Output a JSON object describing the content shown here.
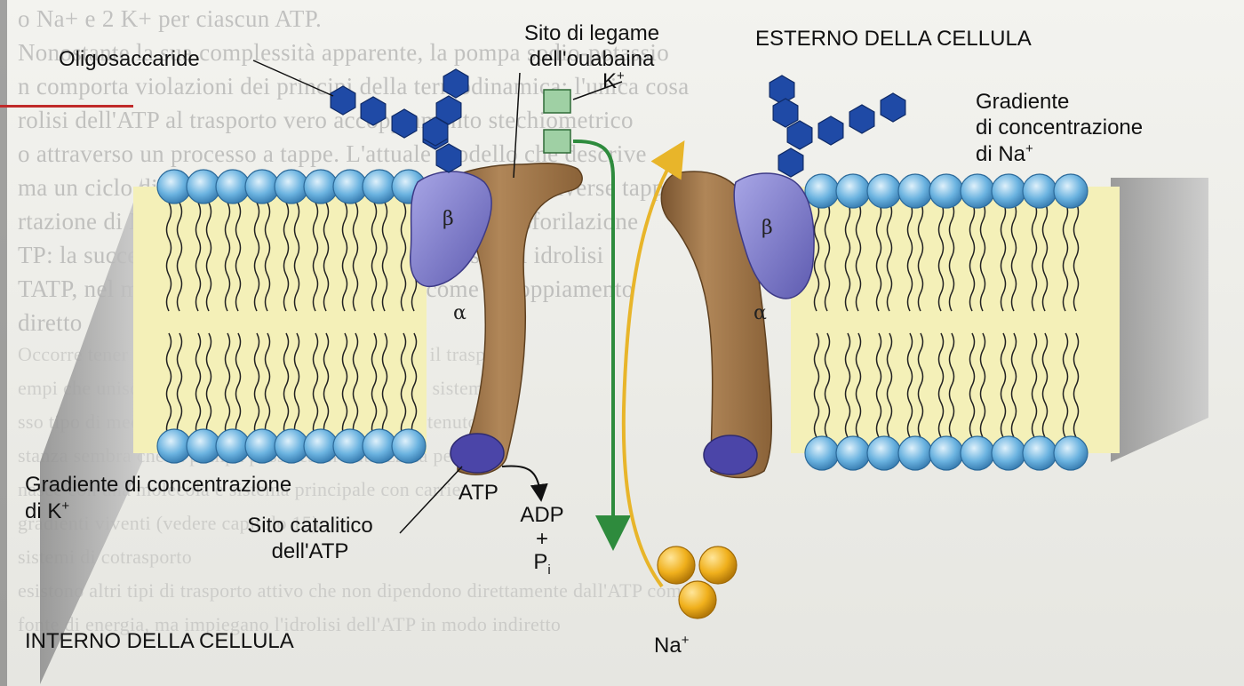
{
  "labels": {
    "oligosaccharide": "Oligosaccaride",
    "ouabain_site_line1": "Sito di legame",
    "ouabain_site_line2": "dell'ouabaina",
    "k_ion": "K",
    "k_charge": "+",
    "outside": "ESTERNO DELLA CELLULA",
    "na_gradient_line1": "Gradiente",
    "na_gradient_line2": "di concentrazione",
    "na_gradient_line3": "di Na",
    "na_charge": "+",
    "beta": "β",
    "alpha": "α",
    "k_gradient_line1": "Gradiente di concentrazione",
    "k_gradient_line2": "di K",
    "k_gradient_charge": "+",
    "atp": "ATP",
    "adp": "ADP",
    "plus": "+",
    "pi": "P",
    "pi_sub": "i",
    "catalytic_line1": "Sito catalitico",
    "catalytic_line2": "dell'ATP",
    "inside": "INTERNO DELLA CELLULA",
    "na_ion": "Na",
    "na_ion_charge": "+"
  },
  "colors": {
    "phospholipid_head": "#6bb3e0",
    "membrane_core": "#f4f0b8",
    "alpha_subunit": "#a0784c",
    "beta_subunit": "#7a77c8",
    "oligosaccharide": "#1f4aa6",
    "k_square": "#9fd0a4",
    "k_arrow": "#2e8b3d",
    "na_arrow": "#e8b52a",
    "na_ion": "#f0b01c"
  },
  "background_text": [
    "o Na+ e 2 K+ per ciascun ATP.",
    "Nonostante la sua complessità apparente, la pompa sodio-potassio",
    "n comporta violazioni dei principi della termodinamica; l'unica cosa",
    "rolisi dell'ATP al trasporto vero accoppiamento stechiometrico",
    "o attraverso un processo a tappe. L'attuale modello che descrive",
    "ma un ciclo di conformazioni che corrispondono alle diverse tappe",
    "rtazione di Na+ e di K+ in relazione allo stato di fosforilazione",
    "TP: la successione delle tappe in questo processo di idrolisi",
    "TATP, nel modo che vedremo è possibile come accoppiamento",
    "diretto",
    "Occorre tener presente un aspetto importante, cioè il trasporto",
    "empi che uniscono trasportatori a funzionare come sistema",
    "sso tipo di meccanismo descritto sopra, ovvero sostenuto",
    "stanza sembra che la pompa possa essere utilizzata per",
    "nasce con una molecola e sistema principale con carrier",
    "gradienti viventi (vedere capitolo 15)",
    "sistemi di cotrasporto",
    "esistono altri tipi di trasporto attivo che non dipendono direttamente dall'ATP come",
    "fonte di energia, ma impiegano l'idrolisi dell'ATP in modo indiretto"
  ]
}
